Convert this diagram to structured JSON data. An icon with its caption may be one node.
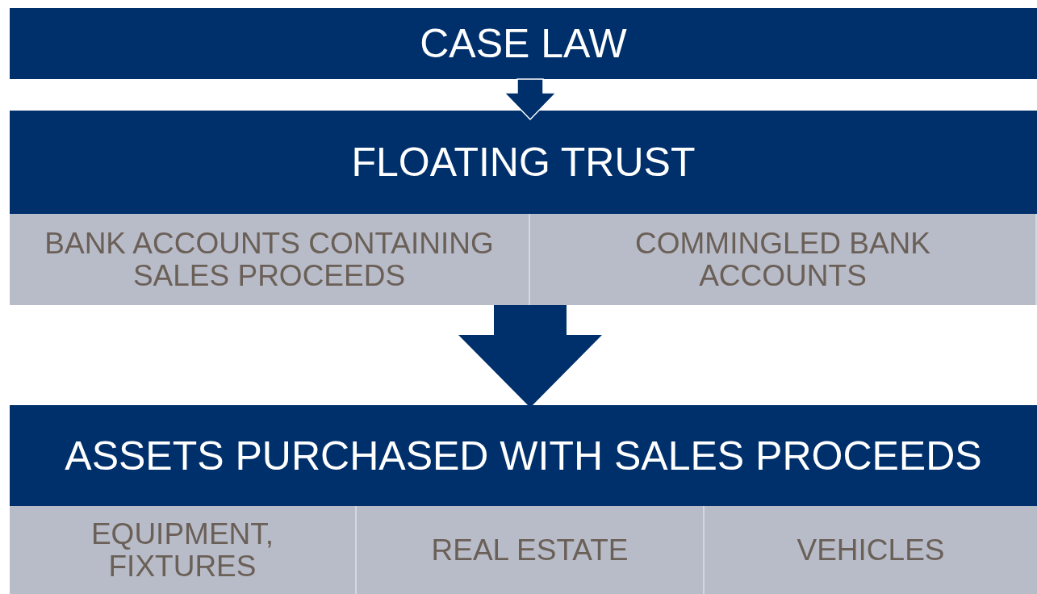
{
  "diagram": {
    "nodes": [
      {
        "text": [
          "CASE LAW"
        ]
      },
      {
        "text": [
          "FLOATING TRUST"
        ]
      },
      {
        "text": [
          "BANK ACCOUNTS CONTAINING SALES PROCEEDS"
        ]
      },
      {
        "text": [
          "COMMINGLED BANK ACCOUNTS"
        ]
      },
      {
        "text": [
          "ASSETS PURCHASED WITH SALES PROCEEDS"
        ]
      },
      {
        "text": [
          "EQUIPMENT, FIXTURES"
        ]
      },
      {
        "text": [
          "REAL ESTATE"
        ]
      },
      {
        "text": [
          "VEHICLES"
        ]
      }
    ],
    "edges": [
      {
        "from": 0,
        "to": 1,
        "arrow": "to"
      },
      {
        "from": 2,
        "to": 4,
        "arrow": "to"
      },
      {
        "from": 3,
        "to": 4,
        "arrow": "to"
      }
    ]
  }
}
